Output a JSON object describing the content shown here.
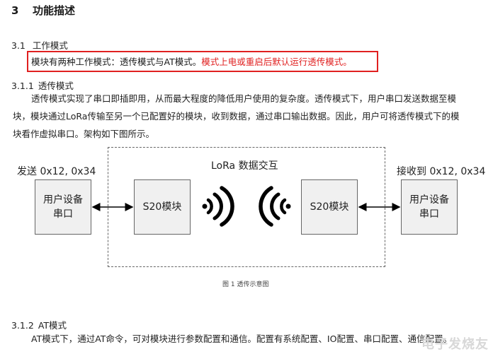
{
  "section": {
    "number": "3",
    "title": "功能描述"
  },
  "sub1": {
    "number": "3.1",
    "title": "工作模式"
  },
  "highlight": {
    "black": "模块有两种工作模式：透传模式与AT模式。",
    "red": "模式上电或重启后默认运行透传模式。"
  },
  "sub11": {
    "number": "3.1.1",
    "title": "透传模式"
  },
  "para1": [
    "透传模式实现了串口即插即用，从而最大程度的降低用户使用的复杂度。透传模式下，用户串口发送数据至模",
    "块，模块通过LoRa传输至另一个已配置好的模块，收到数据，通过串口输出数据。因此，用户可将透传模式下的模",
    "块看作虚拟串口。架构如下图所示。"
  ],
  "figure": {
    "send_label": "发送 0x12, 0x34",
    "recv_label": "接收到 0x12, 0x34",
    "lora_label": "LoRa 数据交互",
    "left_box": "用户设备\n串口",
    "right_box": "用户设备\n串口",
    "module_left": "S20模块",
    "module_right": "S20模块",
    "caption": "图 1   透传示意图"
  },
  "sub12": {
    "number": "3.1.2",
    "title": "AT模式"
  },
  "para2": "AT模式下，通过AT命令，可对模块进行参数配置和通信。配置有系统配置、IO配置、串口配置、通信配置。",
  "watermark": "电子发烧友",
  "colors": {
    "highlight_red": "#e02020",
    "box_fill": "#f0f0f0"
  }
}
